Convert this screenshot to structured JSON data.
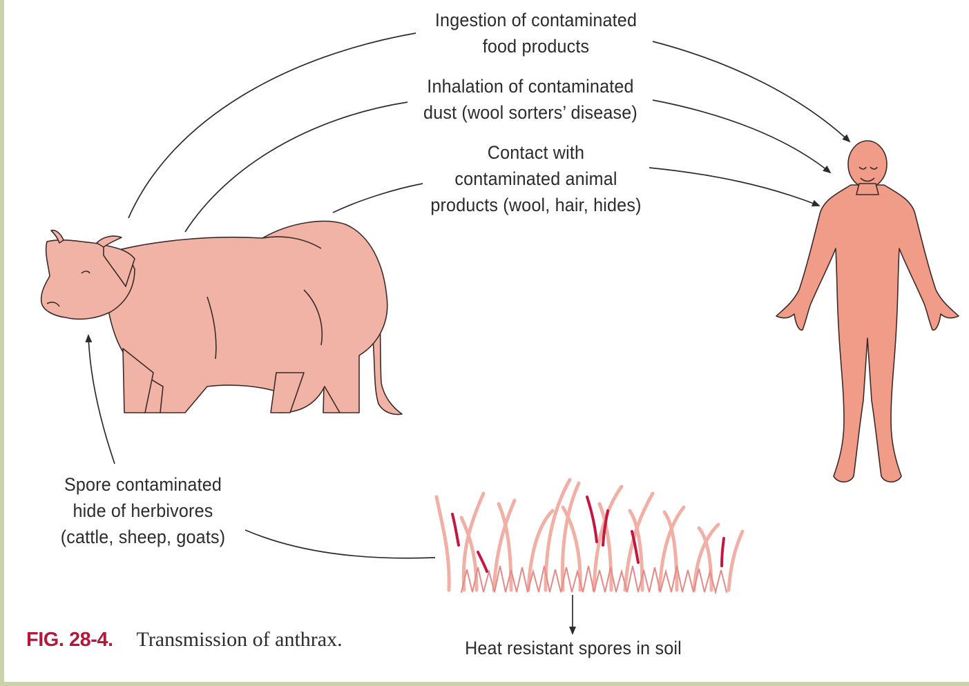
{
  "labels": {
    "ingestion": [
      "Ingestion of contaminated",
      "food products"
    ],
    "inhalation": [
      "Inhalation of contaminated",
      "dust (wool sorters’ disease)"
    ],
    "contact": [
      "Contact with",
      "contaminated animal",
      "products (wool, hair, hides)"
    ],
    "spore_hide": [
      "Spore contaminated",
      "hide of herbivores",
      "(cattle, sheep, goats)"
    ],
    "soil": "Heat resistant spores in soil"
  },
  "caption": {
    "number": "FIG. 28-4.",
    "text": "Transmission of anthrax."
  },
  "colors": {
    "figure_background": "#ffffff",
    "page_border": "#c9d2a9",
    "cow_fill": "#f2b3a7",
    "human_fill": "#f09c88",
    "grass_light": "#f1b0a6",
    "grass_dark": "#c3173f",
    "caption_accent": "#b21a3c",
    "text": "#2b2b2b",
    "arrow": "#2b2b2b"
  }
}
